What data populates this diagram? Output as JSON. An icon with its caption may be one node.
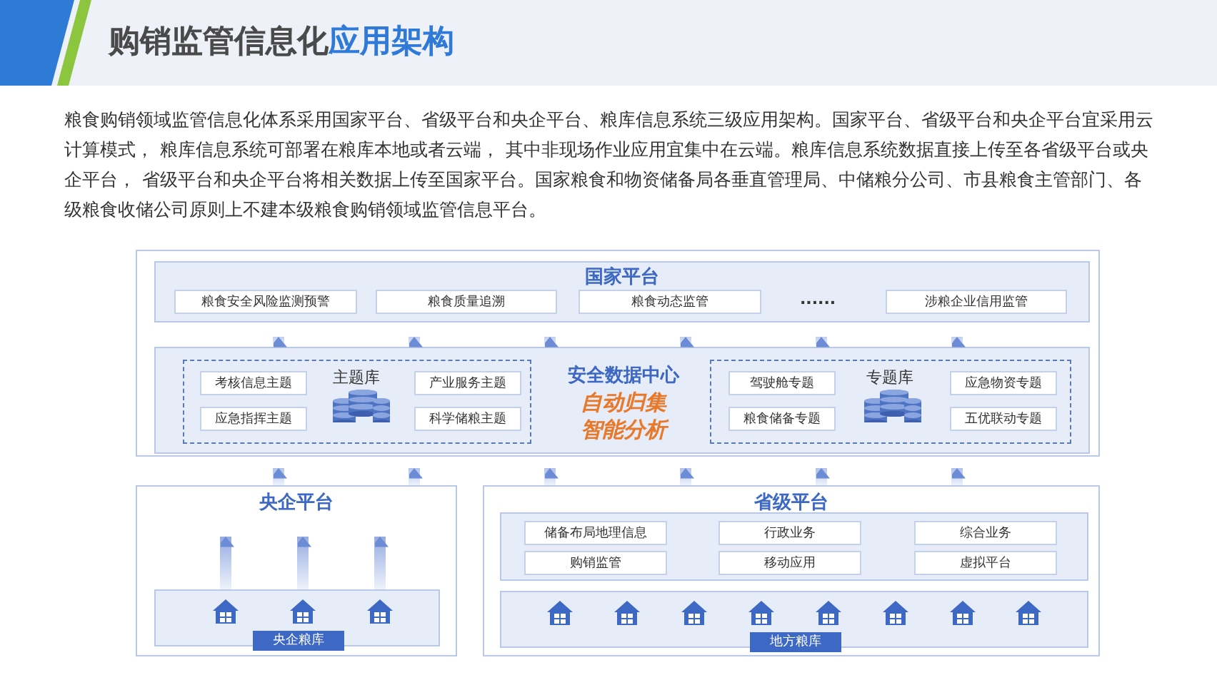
{
  "diagram": {
    "title": "购销监管信息化**应用架构**",
    "nodes": [
      {
        "text": [
          "国家平台"
        ]
      },
      {
        "text": [
          "粮食安全风险监测预警"
        ],
        "in": 0
      },
      {
        "text": [
          "粮食质量追溯"
        ],
        "in": 0
      },
      {
        "text": [
          "粮食动态监管"
        ],
        "in": 0
      },
      {
        "text": [
          "涉粮企业信用监管"
        ],
        "in": 0
      },
      {
        "text": [
          "安全数据中心",
          "自动归集智能分析"
        ]
      },
      {
        "text": [
          "主题库"
        ],
        "in": 5
      },
      {
        "text": [
          "考核信息主题"
        ],
        "in": 6
      },
      {
        "text": [
          "产业服务主题"
        ],
        "in": 6
      },
      {
        "text": [
          "应急指挥主题"
        ],
        "in": 6
      },
      {
        "text": [
          "科学储粮主题"
        ],
        "in": 6
      },
      {
        "text": [
          "专题库"
        ],
        "in": 5
      },
      {
        "text": [
          "驾驶舱专题"
        ],
        "in": 11
      },
      {
        "text": [
          "应急物资专题"
        ],
        "in": 11
      },
      {
        "text": [
          "粮食储备专题"
        ],
        "in": 11
      },
      {
        "text": [
          "五优联动专题"
        ],
        "in": 11
      },
      {
        "text": [
          "央企平台"
        ]
      },
      {
        "text": [
          "央企粮库"
        ],
        "in": 16
      },
      {
        "text": [
          "省级平台"
        ]
      },
      {
        "text": [],
        "shape": "box",
        "in": 18
      },
      {
        "text": [
          "储备布局地理信息"
        ],
        "in": 19
      },
      {
        "text": [
          "行政业务"
        ],
        "in": 19
      },
      {
        "text": [
          "综合业务"
        ],
        "in": 19
      },
      {
        "text": [
          "购销监管"
        ],
        "in": 19
      },
      {
        "text": [
          "移动应用"
        ],
        "in": 19
      },
      {
        "text": [
          "虚拟平台"
        ],
        "in": 19
      },
      {
        "text": [
          "地方粮库"
        ],
        "in": 18
      }
    ],
    "edges": [
      {
        "from": 5,
        "to": 0,
        "arrow": "to"
      },
      {
        "from": 5,
        "to": 0,
        "arrow": "to"
      },
      {
        "from": 5,
        "to": 0,
        "arrow": "to"
      },
      {
        "from": 5,
        "to": 0,
        "arrow": "to"
      },
      {
        "from": 5,
        "to": 0,
        "arrow": "to"
      },
      {
        "from": 5,
        "to": 0,
        "arrow": "to"
      },
      {
        "from": 16,
        "to": 5,
        "arrow": "to"
      },
      {
        "from": 16,
        "to": 5,
        "arrow": "to"
      },
      {
        "from": 18,
        "to": 5,
        "arrow": "to"
      },
      {
        "from": 18,
        "to": 5,
        "arrow": "to"
      },
      {
        "from": 18,
        "to": 5,
        "arrow": "to"
      },
      {
        "from": 18,
        "to": 5,
        "arrow": "to"
      },
      {
        "from": 17,
        "to": null,
        "arrow": "to"
      },
      {
        "from": 17,
        "to": null,
        "arrow": "to"
      },
      {
        "from": 17,
        "to": null,
        "arrow": "to"
      }
    ],
    "labels": [
      "粮食购销领域监管信息化体系采用国家平台、省级平台和央企平台、粮库信息系统三级应用架构。国家平台、省级平台和央企平台宜采用云计算模式， 粮库信息系统可部署在粮库本地或者云端， 其中非现场作业应用宜集中在云端。粮库信息系统数据直接上传至各省级平台或央企平台， 省级平台和央企平台将相关数据上传至国家平台。国家粮食和物资储备局各垂直管理局、中储粮分公司、市县粮食主管部门、各级粮食收储公司原则上不建本级粮食购销领域监管信息平台。",
      "......"
    ]
  }
}
